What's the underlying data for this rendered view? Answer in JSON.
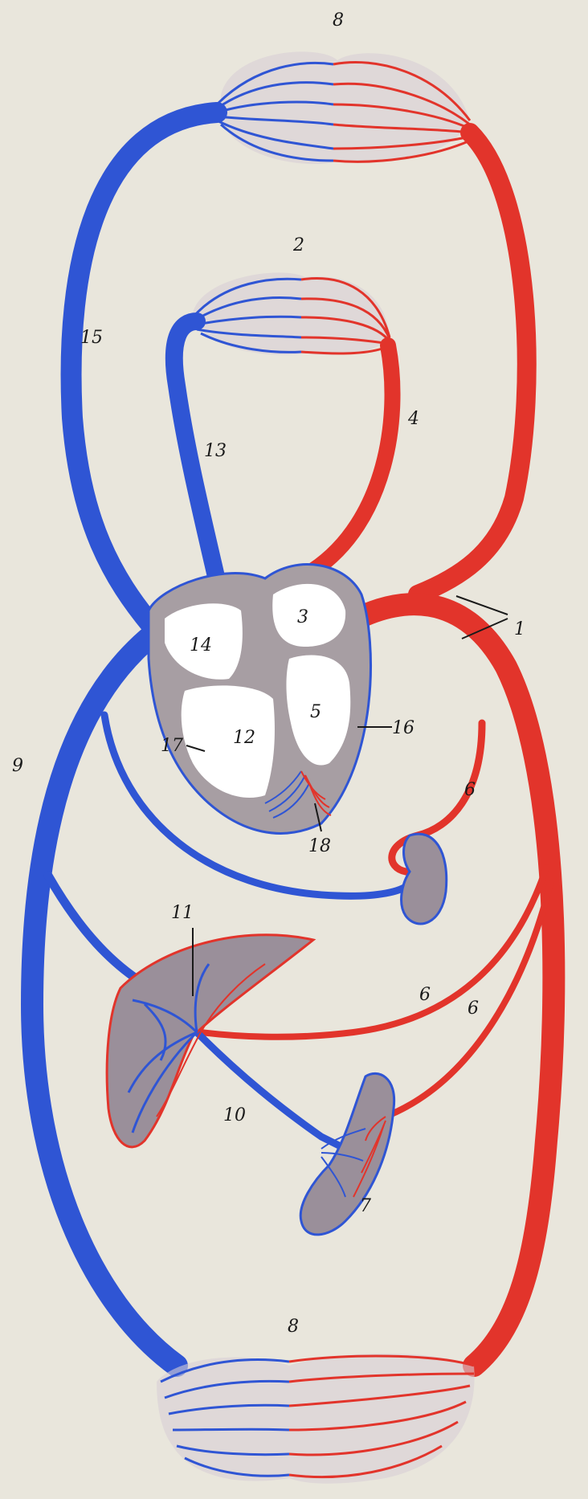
{
  "colors": {
    "paper": "#e9e6dc",
    "arterial": "#e2342b",
    "venous": "#2f55d4",
    "heart_wall": "#a79ea3",
    "organ": "#9a8f9a",
    "ink": "#1a1a1a"
  },
  "labels": {
    "n1": "1",
    "n2": "2",
    "n3": "3",
    "n4": "4",
    "n5": "5",
    "n6a": "6",
    "n6b": "6",
    "n6c": "6",
    "n7": "7",
    "n8_top": "8",
    "n8_bottom": "8",
    "n9": "9",
    "n10": "10",
    "n11": "11",
    "n12": "12",
    "n13": "13",
    "n14": "14",
    "n15": "15",
    "n16": "16",
    "n17": "17",
    "n18": "18"
  }
}
